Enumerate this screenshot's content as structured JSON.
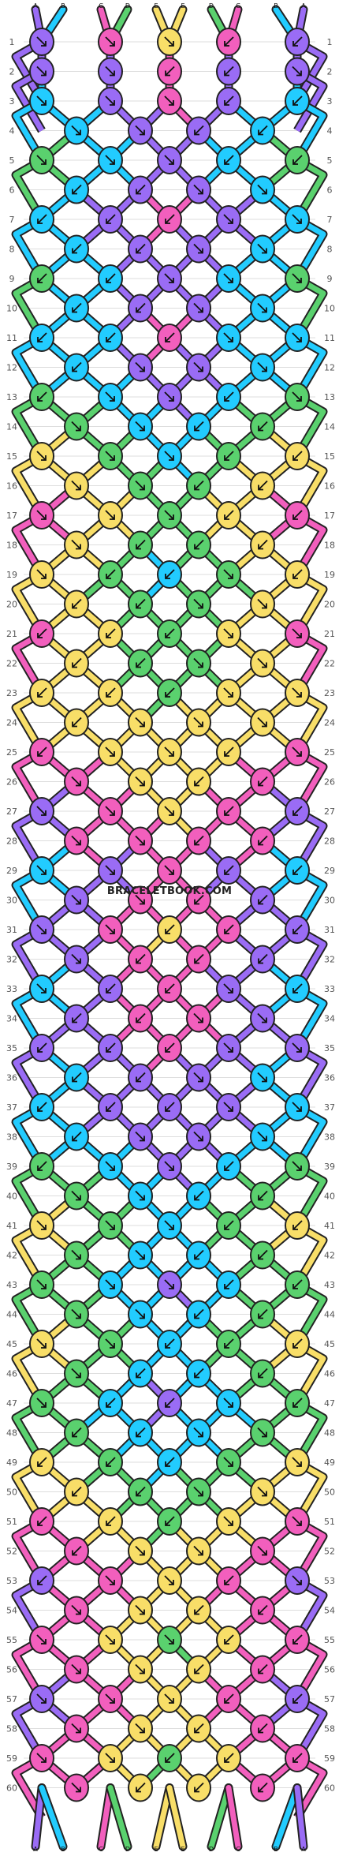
{
  "colors": {
    "A": "#9a6cf5",
    "B": "#22ccff",
    "C": "#f25fbd",
    "D": "#5ad16e",
    "E": "#f8de68",
    "outline": "#222222",
    "row_guide": "#dddddd"
  },
  "strands_top": [
    "A",
    "B",
    "C",
    "D",
    "E",
    "E",
    "D",
    "C",
    "B",
    "A"
  ],
  "strands_bottom": [
    "A",
    "B",
    "C",
    "D",
    "E",
    "E",
    "D",
    "C",
    "B",
    "A"
  ],
  "watermark": "BRACELETBOOK.COM",
  "row_count": 60,
  "row_numbers": [
    "1",
    "2",
    "3",
    "4",
    "5",
    "6",
    "7",
    "8",
    "9",
    "10",
    "11",
    "12",
    "13",
    "14",
    "15",
    "16",
    "17",
    "18",
    "19",
    "20",
    "21",
    "22",
    "23",
    "24",
    "25",
    "26",
    "27",
    "28",
    "29",
    "30",
    "31",
    "32",
    "33",
    "34",
    "35",
    "36",
    "37",
    "38",
    "39",
    "40",
    "41",
    "42",
    "43",
    "44",
    "45",
    "46",
    "47",
    "48",
    "49",
    "50",
    "51",
    "52",
    "53",
    "54",
    "55",
    "56",
    "57",
    "58",
    "59",
    "60"
  ],
  "knot_rows": [
    {
      "colors": [
        "A",
        "C",
        "E",
        "C",
        "A"
      ],
      "dirs": [
        "r",
        "r",
        "r",
        "l",
        "l"
      ]
    },
    {
      "colors": [
        "A",
        "A",
        "C",
        "A",
        "A"
      ],
      "dirs": [
        "r",
        "r",
        "l",
        "l"
      ]
    },
    {
      "colors": [
        "B",
        "A",
        "C",
        "A",
        "B"
      ],
      "dirs": [
        "r",
        "r",
        "r",
        "l",
        "l"
      ]
    },
    {
      "colors": [
        "B",
        "A",
        "A",
        "B"
      ],
      "dirs": [
        "r",
        "r",
        "l",
        "l"
      ]
    },
    {
      "colors": [
        "D",
        "B",
        "A",
        "B",
        "D"
      ],
      "dirs": [
        "r",
        "r",
        "r",
        "l",
        "l"
      ]
    },
    {
      "colors": [
        "B",
        "A",
        "A",
        "B"
      ],
      "dirs": [
        "l",
        "l",
        "r",
        "r"
      ]
    },
    {
      "colors": [
        "B",
        "A",
        "C",
        "A",
        "B"
      ],
      "dirs": [
        "l",
        "l",
        "l",
        "r",
        "r"
      ]
    },
    {
      "colors": [
        "B",
        "A",
        "A",
        "B"
      ],
      "dirs": [
        "l",
        "l",
        "r",
        "r"
      ]
    },
    {
      "colors": [
        "D",
        "B",
        "A",
        "B",
        "D"
      ],
      "dirs": [
        "l",
        "l",
        "r",
        "r",
        "r"
      ]
    },
    {
      "colors": [
        "B",
        "A",
        "A",
        "B"
      ],
      "dirs": [
        "l",
        "l",
        "r",
        "r"
      ]
    },
    {
      "colors": [
        "B",
        "B",
        "C",
        "B",
        "B"
      ],
      "dirs": [
        "l",
        "l",
        "l",
        "r",
        "r"
      ]
    },
    {
      "colors": [
        "B",
        "A",
        "A",
        "B"
      ],
      "dirs": [
        "l",
        "r",
        "r",
        "r"
      ]
    },
    {
      "colors": [
        "D",
        "B",
        "A",
        "B",
        "D"
      ],
      "dirs": [
        "l",
        "r",
        "r",
        "l",
        "r"
      ]
    },
    {
      "colors": [
        "D",
        "B",
        "B",
        "D"
      ],
      "dirs": [
        "r",
        "r",
        "l",
        "l"
      ]
    },
    {
      "colors": [
        "E",
        "D",
        "B",
        "D",
        "E"
      ],
      "dirs": [
        "r",
        "r",
        "r",
        "l",
        "l"
      ]
    },
    {
      "colors": [
        "E",
        "D",
        "D",
        "E"
      ],
      "dirs": [
        "r",
        "r",
        "l",
        "l"
      ]
    },
    {
      "colors": [
        "C",
        "E",
        "D",
        "E",
        "C"
      ],
      "dirs": [
        "r",
        "r",
        "r",
        "l",
        "l"
      ]
    },
    {
      "colors": [
        "E",
        "D",
        "D",
        "E"
      ],
      "dirs": [
        "r",
        "l",
        "l",
        "l"
      ]
    },
    {
      "colors": [
        "E",
        "D",
        "B",
        "D",
        "E"
      ],
      "dirs": [
        "r",
        "l",
        "l",
        "r",
        "l"
      ]
    },
    {
      "colors": [
        "E",
        "D",
        "D",
        "E"
      ],
      "dirs": [
        "l",
        "l",
        "r",
        "r"
      ]
    },
    {
      "colors": [
        "C",
        "E",
        "D",
        "E",
        "C"
      ],
      "dirs": [
        "l",
        "l",
        "l",
        "r",
        "r"
      ]
    },
    {
      "colors": [
        "E",
        "D",
        "D",
        "E"
      ],
      "dirs": [
        "l",
        "l",
        "r",
        "r"
      ]
    },
    {
      "colors": [
        "E",
        "E",
        "D",
        "E",
        "E"
      ],
      "dirs": [
        "l",
        "l",
        "l",
        "r",
        "r"
      ]
    },
    {
      "colors": [
        "E",
        "E",
        "E",
        "E"
      ],
      "dirs": [
        "l",
        "r",
        "r",
        "r"
      ]
    },
    {
      "colors": [
        "C",
        "E",
        "E",
        "E",
        "C"
      ],
      "dirs": [
        "l",
        "r",
        "r",
        "l",
        "r"
      ]
    },
    {
      "colors": [
        "C",
        "E",
        "E",
        "C"
      ],
      "dirs": [
        "r",
        "r",
        "l",
        "l"
      ]
    },
    {
      "colors": [
        "A",
        "C",
        "E",
        "C",
        "A"
      ],
      "dirs": [
        "r",
        "r",
        "r",
        "l",
        "l"
      ]
    },
    {
      "colors": [
        "C",
        "C",
        "C",
        "C"
      ],
      "dirs": [
        "r",
        "r",
        "l",
        "l"
      ]
    },
    {
      "colors": [
        "B",
        "A",
        "C",
        "A",
        "B"
      ],
      "dirs": [
        "r",
        "r",
        "r",
        "l",
        "l"
      ]
    },
    {
      "colors": [
        "A",
        "C",
        "C",
        "A"
      ],
      "dirs": [
        "r",
        "r",
        "l",
        "l"
      ]
    },
    {
      "colors": [
        "A",
        "C",
        "E",
        "C",
        "A"
      ],
      "dirs": [
        "r",
        "r",
        "l",
        "l",
        "l"
      ]
    },
    {
      "colors": [
        "A",
        "C",
        "C",
        "A"
      ],
      "dirs": [
        "r",
        "l",
        "l",
        "l"
      ]
    },
    {
      "colors": [
        "B",
        "A",
        "C",
        "A",
        "B"
      ],
      "dirs": [
        "r",
        "l",
        "l",
        "r",
        "l"
      ]
    },
    {
      "colors": [
        "A",
        "C",
        "C",
        "A"
      ],
      "dirs": [
        "l",
        "l",
        "r",
        "r"
      ]
    },
    {
      "colors": [
        "A",
        "A",
        "C",
        "A",
        "A"
      ],
      "dirs": [
        "l",
        "l",
        "l",
        "r",
        "r"
      ]
    },
    {
      "colors": [
        "B",
        "A",
        "A",
        "B"
      ],
      "dirs": [
        "l",
        "l",
        "r",
        "r"
      ]
    },
    {
      "colors": [
        "B",
        "A",
        "A",
        "A",
        "B"
      ],
      "dirs": [
        "l",
        "l",
        "l",
        "r",
        "r"
      ]
    },
    {
      "colors": [
        "B",
        "A",
        "A",
        "B"
      ],
      "dirs": [
        "l",
        "r",
        "r",
        "r"
      ]
    },
    {
      "colors": [
        "D",
        "B",
        "A",
        "B",
        "D"
      ],
      "dirs": [
        "l",
        "r",
        "r",
        "l",
        "r"
      ]
    },
    {
      "colors": [
        "D",
        "B",
        "B",
        "D"
      ],
      "dirs": [
        "r",
        "r",
        "l",
        "l"
      ]
    },
    {
      "colors": [
        "E",
        "D",
        "B",
        "D",
        "E"
      ],
      "dirs": [
        "r",
        "r",
        "r",
        "l",
        "l"
      ]
    },
    {
      "colors": [
        "D",
        "B",
        "B",
        "D"
      ],
      "dirs": [
        "r",
        "r",
        "l",
        "l"
      ]
    },
    {
      "colors": [
        "D",
        "B",
        "A",
        "B",
        "D"
      ],
      "dirs": [
        "r",
        "r",
        "r",
        "l",
        "l"
      ]
    },
    {
      "colors": [
        "D",
        "B",
        "B",
        "D"
      ],
      "dirs": [
        "r",
        "r",
        "l",
        "l"
      ]
    },
    {
      "colors": [
        "E",
        "D",
        "B",
        "D",
        "E"
      ],
      "dirs": [
        "r",
        "r",
        "l",
        "l",
        "l"
      ]
    },
    {
      "colors": [
        "D",
        "B",
        "B",
        "D"
      ],
      "dirs": [
        "r",
        "l",
        "l",
        "l"
      ]
    },
    {
      "colors": [
        "D",
        "B",
        "A",
        "B",
        "D"
      ],
      "dirs": [
        "r",
        "l",
        "l",
        "r",
        "l"
      ]
    },
    {
      "colors": [
        "D",
        "B",
        "B",
        "D"
      ],
      "dirs": [
        "l",
        "l",
        "r",
        "r"
      ]
    },
    {
      "colors": [
        "E",
        "D",
        "B",
        "D",
        "E"
      ],
      "dirs": [
        "l",
        "l",
        "l",
        "r",
        "r"
      ]
    },
    {
      "colors": [
        "E",
        "D",
        "D",
        "E"
      ],
      "dirs": [
        "l",
        "l",
        "r",
        "r"
      ]
    },
    {
      "colors": [
        "C",
        "E",
        "D",
        "E",
        "C"
      ],
      "dirs": [
        "l",
        "l",
        "l",
        "r",
        "r"
      ]
    },
    {
      "colors": [
        "C",
        "E",
        "E",
        "C"
      ],
      "dirs": [
        "l",
        "r",
        "r",
        "r"
      ]
    },
    {
      "colors": [
        "A",
        "C",
        "E",
        "C",
        "A"
      ],
      "dirs": [
        "l",
        "r",
        "r",
        "l",
        "r"
      ]
    },
    {
      "colors": [
        "C",
        "E",
        "E",
        "C"
      ],
      "dirs": [
        "r",
        "r",
        "l",
        "l"
      ]
    },
    {
      "colors": [
        "C",
        "E",
        "D",
        "E",
        "C"
      ],
      "dirs": [
        "r",
        "r",
        "r",
        "l",
        "l"
      ]
    },
    {
      "colors": [
        "C",
        "E",
        "E",
        "C"
      ],
      "dirs": [
        "r",
        "r",
        "l",
        "l"
      ]
    },
    {
      "colors": [
        "A",
        "C",
        "E",
        "C",
        "A"
      ],
      "dirs": [
        "r",
        "r",
        "r",
        "l",
        "l"
      ]
    },
    {
      "colors": [
        "C",
        "E",
        "E",
        "C"
      ],
      "dirs": [
        "r",
        "r",
        "l",
        "l"
      ]
    },
    {
      "colors": [
        "C",
        "E",
        "D",
        "E",
        "C"
      ],
      "dirs": [
        "r",
        "r",
        "l",
        "l",
        "l"
      ]
    },
    {
      "colors": [
        "C",
        "E",
        "E",
        "C"
      ],
      "dirs": [
        "r",
        "l",
        "l",
        "l"
      ]
    }
  ]
}
